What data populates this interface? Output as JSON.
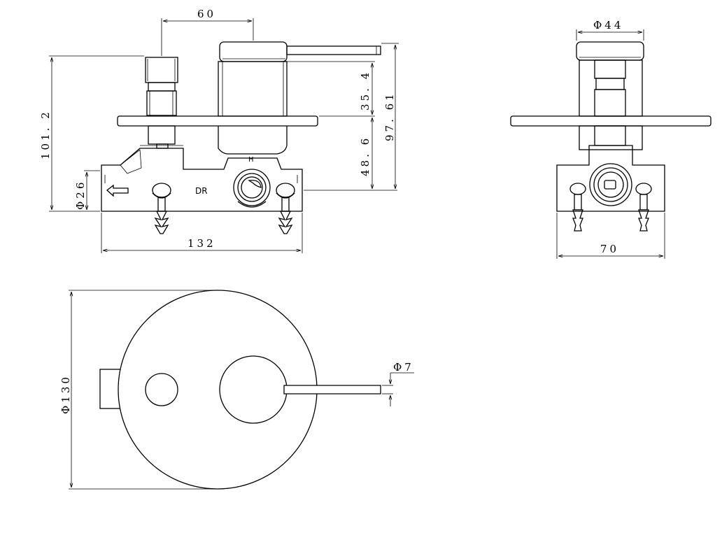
{
  "front_view": {
    "dim_spacing": "60",
    "dim_total_height": "101. 2",
    "dim_plate_to_top": "35. 4",
    "dim_body_depth": "48. 6",
    "dim_handle_height": "97. 61",
    "dim_outlet_dia": "Φ26",
    "dim_body_width": "132",
    "label_port": "DR",
    "label_hot": "H"
  },
  "side_view": {
    "dim_handle_dia": "Φ44",
    "dim_width": "70"
  },
  "plan_view": {
    "dim_plate_dia": "Φ130",
    "dim_lever_dia": "Φ7"
  }
}
